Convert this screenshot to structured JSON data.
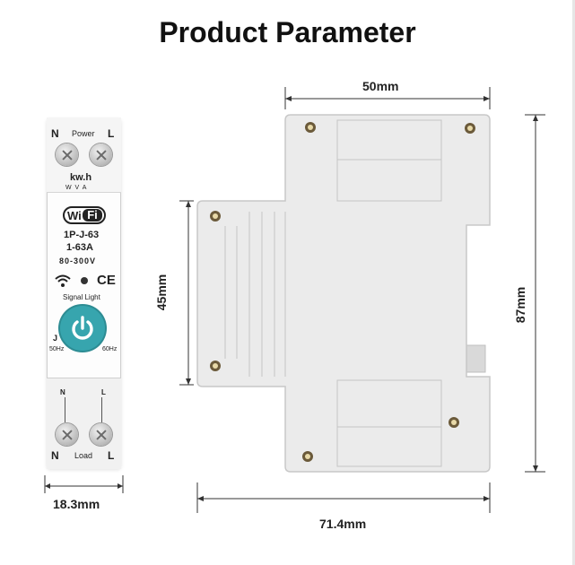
{
  "title": "Product Parameter",
  "device": {
    "top_left": "N",
    "top_center": "Power",
    "top_right": "L",
    "meter": "kw.h",
    "meter_marks": "W  V  A",
    "wifi_left": "Wi",
    "wifi_right": "Fi",
    "model": "1P-J-63",
    "current": "1-63A",
    "voltage": "80-300V",
    "ce": "CE",
    "signal": "Signal Light",
    "j": "J",
    "hz_left": "50Hz",
    "hz_right": "60Hz",
    "bottom_n_small": "N",
    "bottom_l_small": "L",
    "bottom_left": "N",
    "bottom_center": "Load",
    "bottom_right": "L"
  },
  "dimensions": {
    "front_width": "18.3mm",
    "top_width": "50mm",
    "left_height": "45mm",
    "right_height": "87mm",
    "bottom_width": "71.4mm"
  },
  "colors": {
    "power_button": "#37a5ae",
    "body": "#e9e9e9"
  }
}
